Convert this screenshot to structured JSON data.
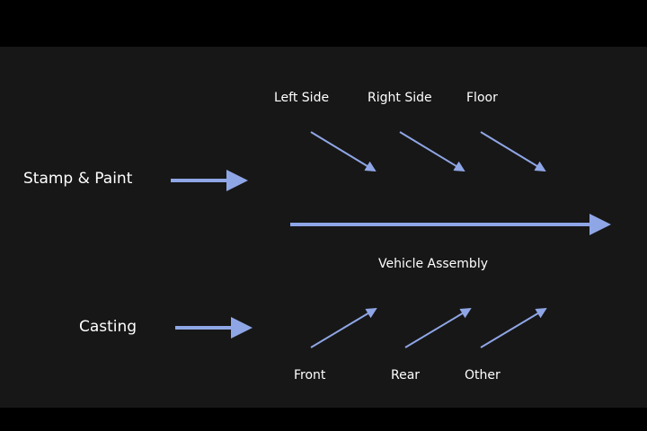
{
  "diagram": {
    "inputs": {
      "stamp_paint": "Stamp & Paint",
      "casting": "Casting"
    },
    "upper_branches": [
      "Left Side",
      "Right Side",
      "Floor"
    ],
    "lower_branches": [
      "Front",
      "Rear",
      "Other"
    ],
    "output": "Vehicle Assembly"
  },
  "colors": {
    "background": "#171717",
    "letterbox": "#000000",
    "arrow": "#8fa6e6",
    "text": "#ffffff"
  }
}
